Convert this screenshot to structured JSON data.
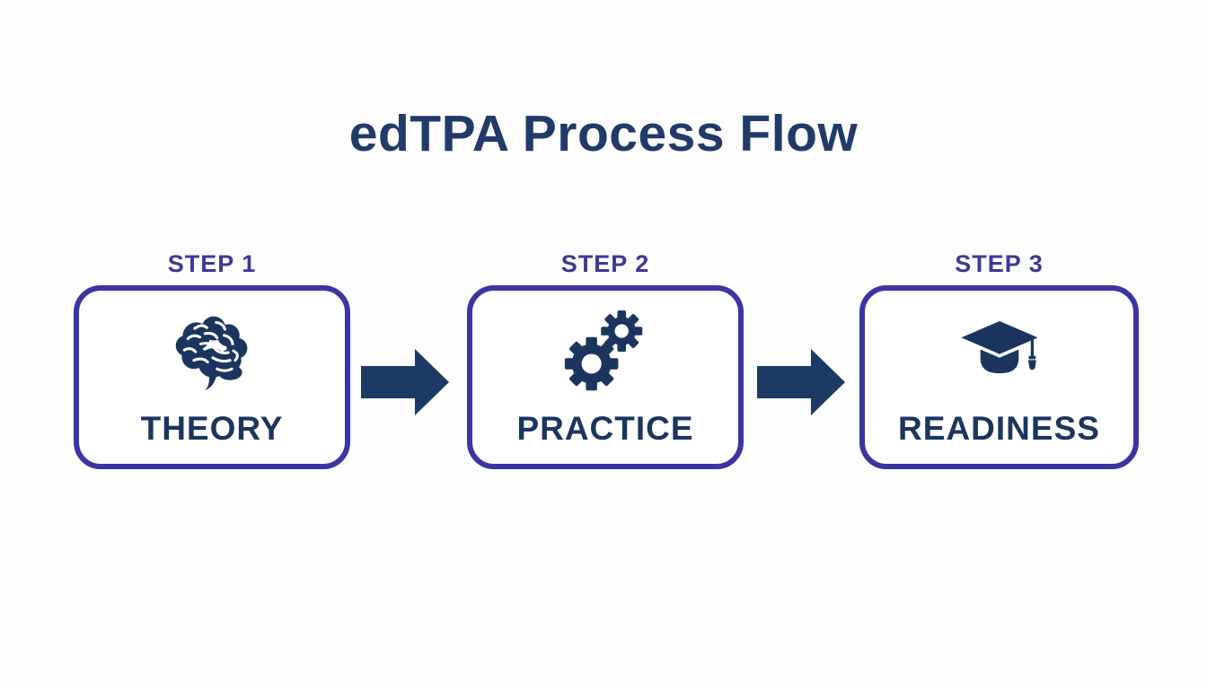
{
  "title": "edTPA Process Flow",
  "steps": [
    {
      "label": "STEP 1",
      "name": "THEORY",
      "icon": "brain-icon"
    },
    {
      "label": "STEP 2",
      "name": "PRACTICE",
      "icon": "gears-icon"
    },
    {
      "label": "STEP 3",
      "name": "READINESS",
      "icon": "graduation-cap-icon"
    }
  ],
  "colors": {
    "background": "#fdfdfd",
    "title": "#203a69",
    "step_label": "#3f3898",
    "box_border": "#3c34a3",
    "content_navy": "#1b355f",
    "arrow": "#1c3a63"
  }
}
